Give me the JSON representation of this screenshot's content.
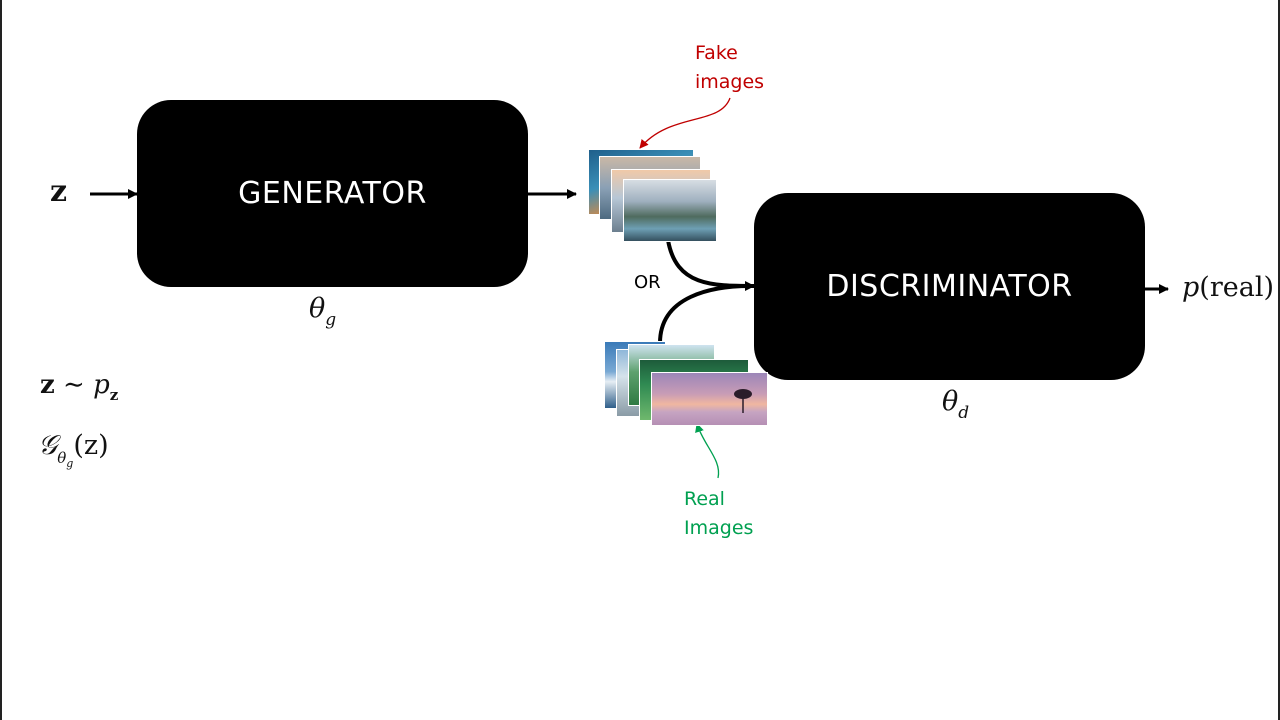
{
  "generator": {
    "label": "GENERATOR",
    "param": "θ",
    "param_sub": "g"
  },
  "discriminator": {
    "label": "DISCRIMINATOR",
    "param": "θ",
    "param_sub": "d"
  },
  "input": {
    "symbol": "z"
  },
  "output": {
    "prefix": "p",
    "argument": "(real)"
  },
  "or_label": "OR",
  "fake": {
    "line1": "Fake",
    "line2": "images",
    "color": "#c00000"
  },
  "real": {
    "line1": "Real",
    "line2": "Images",
    "color": "#00a050"
  },
  "formulas": {
    "dist": {
      "var": "z",
      "rel": "∼",
      "p": "p",
      "p_sub": "z"
    },
    "gen": {
      "fn": "𝒢",
      "sub": "θ",
      "subsub": "g",
      "arg": "(z)"
    }
  },
  "colors": {
    "box": "#000000",
    "box_text": "#ffffff",
    "arrow": "#000000"
  }
}
